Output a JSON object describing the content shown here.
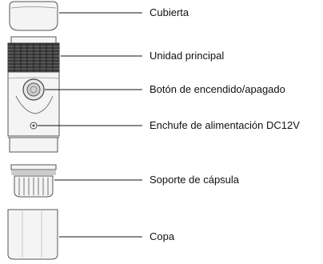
{
  "labels": {
    "cover": "Cubierta",
    "main_unit": "Unidad principal",
    "power_button": "Botón de encendido/apagado",
    "power_socket": "Enchufe de alimentación DC12V",
    "capsule_holder": "Soporte de cápsula",
    "cup": "Copa"
  },
  "colors": {
    "line": "#111111",
    "stroke": "#555555",
    "fill": "#f4f4f4",
    "dark": "#3a3a3a"
  }
}
